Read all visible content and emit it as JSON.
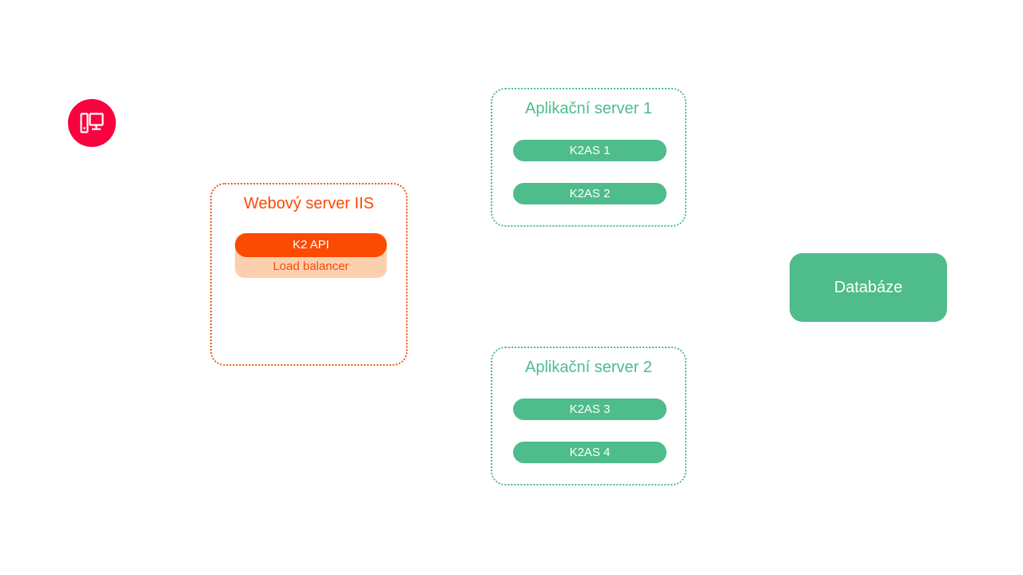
{
  "diagram": {
    "client": {
      "icon": "desktop-computer-icon",
      "color": "#fa023f"
    },
    "zones": [
      {
        "id": "web-server",
        "title": "Webový server IIS",
        "color": "#fb4a01",
        "border_color": "#ef5a1f",
        "items": [
          {
            "label": "K2 API",
            "style": "solid-pill",
            "color": "#fb4a01"
          },
          {
            "label": "Load balancer",
            "style": "container",
            "color": "#fcd0af"
          }
        ]
      },
      {
        "id": "app-server-1",
        "title": "Aplikační server 1",
        "color": "#4ebc8b",
        "border_color": "#4ebc8b",
        "items": [
          {
            "label": "K2AS 1",
            "style": "solid-pill",
            "color": "#4ebc8b"
          },
          {
            "label": "K2AS 2",
            "style": "solid-pill",
            "color": "#4ebc8b"
          }
        ]
      },
      {
        "id": "app-server-2",
        "title": "Aplikační server 2",
        "color": "#4ebc8b",
        "border_color": "#4ebc8b",
        "items": [
          {
            "label": "K2AS 3",
            "style": "solid-pill",
            "color": "#4ebc8b"
          },
          {
            "label": "K2AS 4",
            "style": "solid-pill",
            "color": "#4ebc8b"
          }
        ]
      }
    ],
    "database": {
      "label": "Databáze",
      "color": "#4ebc8b"
    }
  }
}
